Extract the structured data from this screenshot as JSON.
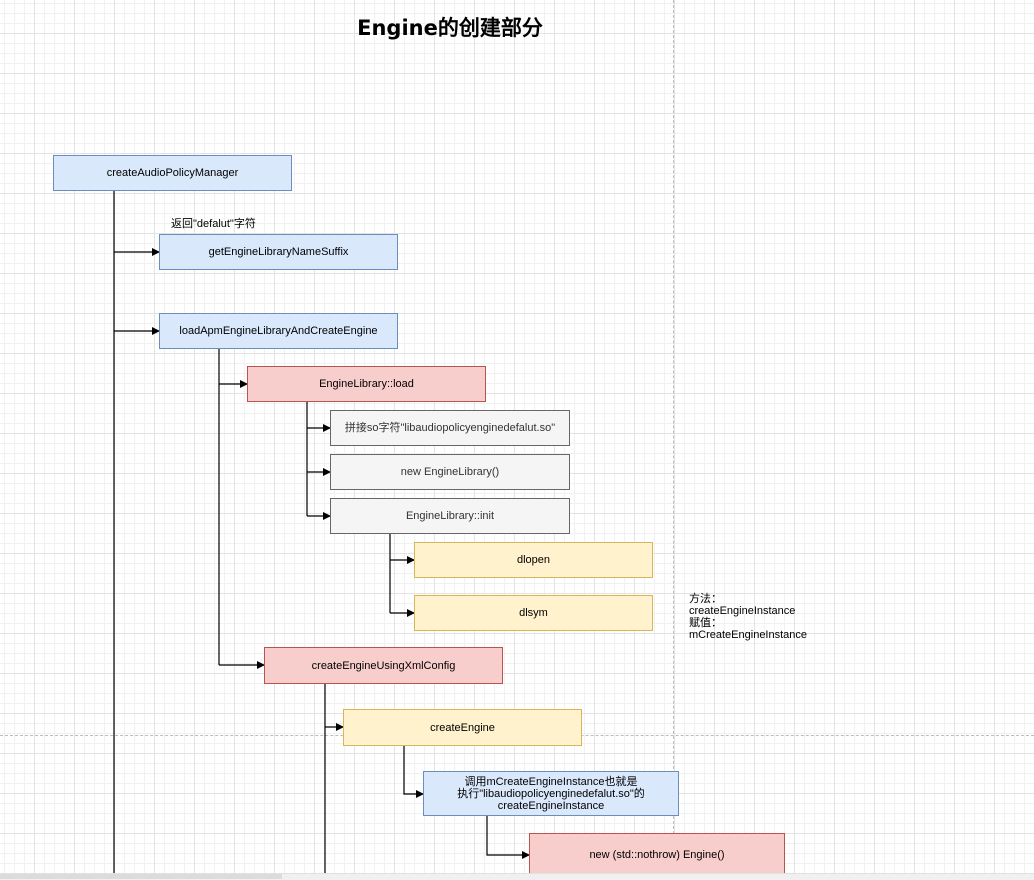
{
  "diagram": {
    "title": "Engine的创建部分",
    "nodes": {
      "create_apm": "createAudioPolicyManager",
      "get_suffix": "getEngineLibraryNameSuffix",
      "load_apm": "loadApmEngineLibraryAndCreateEngine",
      "engine_lib_load": "EngineLibrary::load",
      "concat_so": "拼接so字符\"libaudiopolicyenginedefalut.so\"",
      "new_engine_lib": "new EngineLibrary()",
      "engine_lib_init": "EngineLibrary::init",
      "dlopen": "dlopen",
      "dlsym": "dlsym",
      "create_xml": "createEngineUsingXmlConfig",
      "create_engine": "createEngine",
      "call_instance": "调用mCreateEngineInstance也就是\n执行\"libaudiopolicyenginedefalut.so\"的\ncreateEngineInstance",
      "new_engine": "new (std::nothrow) Engine()"
    },
    "notes": {
      "return_default": "返回\"defalut\"字符",
      "method_assign": "方法：\ncreateEngineInstance\n赋值：\nmCreateEngineInstance"
    }
  }
}
